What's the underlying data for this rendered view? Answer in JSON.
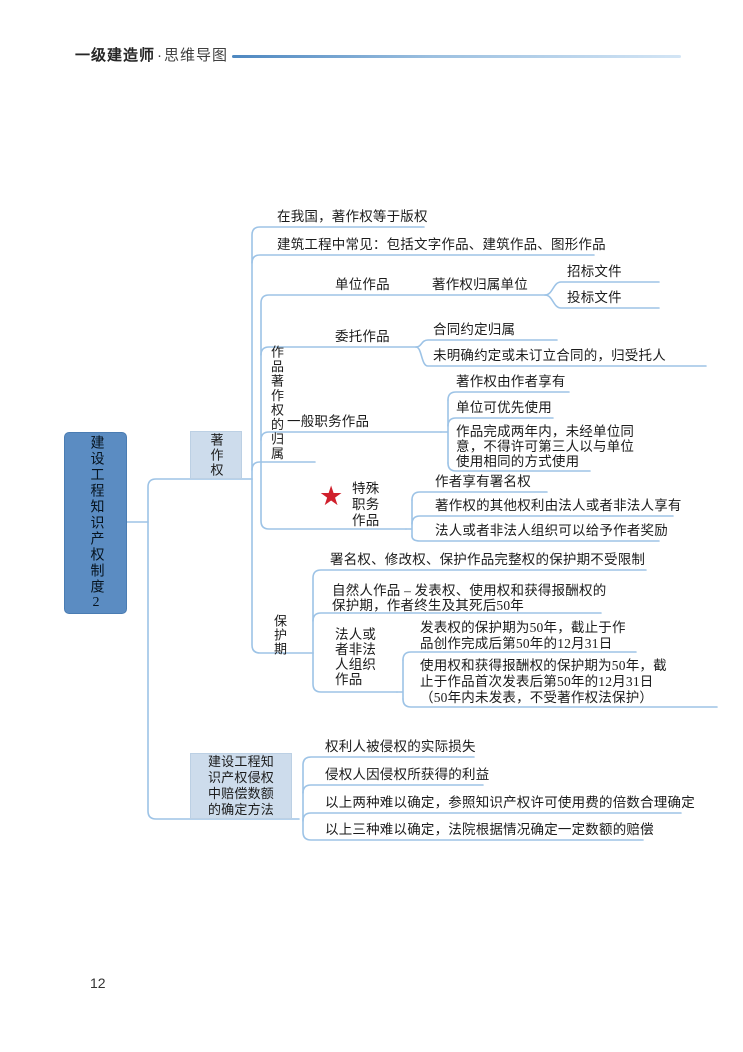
{
  "header": {
    "brand": "一级建造师",
    "separator": "·",
    "title": "思维导图"
  },
  "page_number": "12",
  "icons": {
    "star": "★"
  },
  "colors": {
    "root_fill": "#5b8cc2",
    "branch_fill": "#cddcec",
    "line_blue": "#9dc3e6",
    "star_red": "#d0202c",
    "text": "#1b1b1b"
  },
  "root_label": "建设工程知识产权制度2",
  "copyright": {
    "label": "著作权",
    "note_equals": "在我国，著作权等于版权",
    "note_common": "建筑工程中常见：包括文字作品、建筑作品、图形作品",
    "ownership": {
      "label": "作品著作权的归属",
      "unit": {
        "label": "单位作品",
        "rule": "著作权归属单位",
        "doc_tender": "招标文件",
        "doc_bid": "投标文件"
      },
      "commission": {
        "label": "委托作品",
        "rule_contract": "合同约定归属",
        "rule_default": "未明确约定或未订立合同的，归受托人"
      },
      "general_duty": {
        "label": "一般职务作品",
        "rule_author": "著作权由作者享有",
        "rule_unit_priority": "单位可优先使用",
        "rule_two_years": "作品完成两年内，未经单位同\n意，不得许可第三人以与单位\n使用相同的方式使用"
      },
      "special_duty": {
        "label": "特殊\n职务\n作品",
        "rule_signature": "作者享有署名权",
        "rule_other_rights": "著作权的其他权利由法人或者非法人享有",
        "rule_reward": "法人或者非法人组织可以给予作者奖励"
      }
    },
    "protection": {
      "label": "保护期",
      "rule_unlimited": "署名权、修改权、保护作品完整权的保护期不受限制",
      "rule_natural": "自然人作品 – 发表权、使用权和获得报酬权的\n保护期，作者终生及其死后50年",
      "legal_person": {
        "label": "法人或\n者非法\n人组织\n作品",
        "rule_publish": "发表权的保护期为50年，截止于作\n品创作完成后第50年的12月31日",
        "rule_use": "使用权和获得报酬权的保护期为50年，截\n止于作品首次发表后第50年的12月31日\n（50年内未发表，不受著作权法保护）"
      }
    }
  },
  "compensation": {
    "label": "建设工程知\n识产权侵权\n中赔偿数额\n的确定方法",
    "rule_loss": "权利人被侵权的实际损失",
    "rule_gain": "侵权人因侵权所获得的利益",
    "rule_license_fee": "以上两种难以确定，参照知识产权许可使用费的倍数合理确定",
    "rule_court": "以上三种难以确定，法院根据情况确定一定数额的赔偿"
  }
}
